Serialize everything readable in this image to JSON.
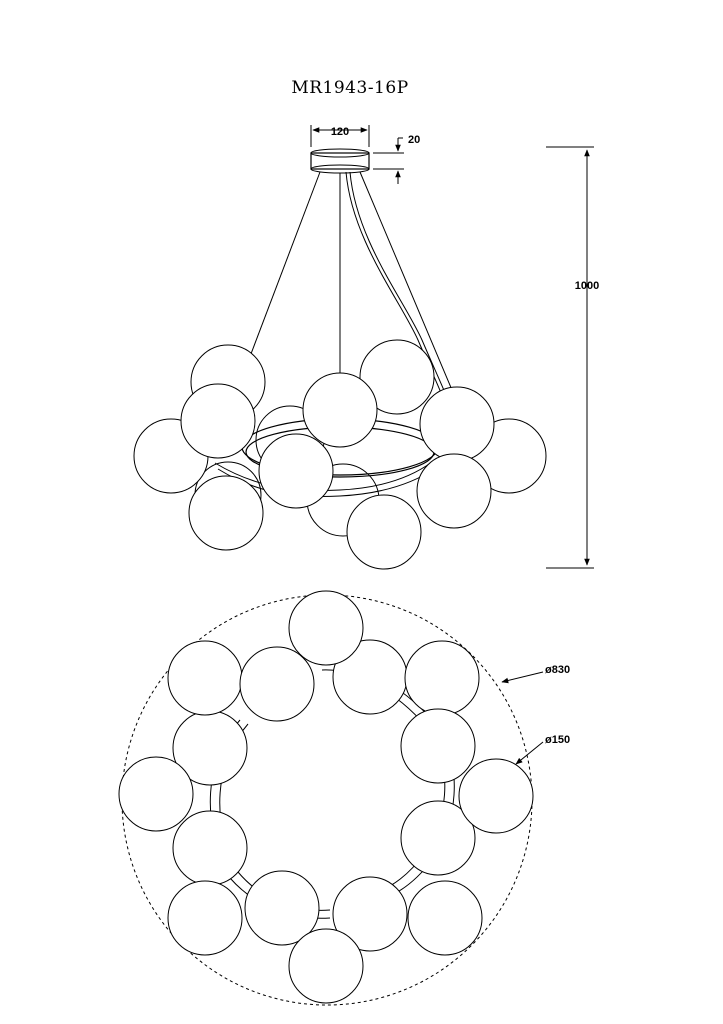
{
  "title": "MR1943-16P",
  "dimensions": {
    "canopy_width": "120",
    "canopy_height": "20",
    "total_height": "1000",
    "outer_diameter": "ø830",
    "globe_diameter": "ø150"
  },
  "colors": {
    "line": "#000000",
    "background": "#ffffff"
  }
}
